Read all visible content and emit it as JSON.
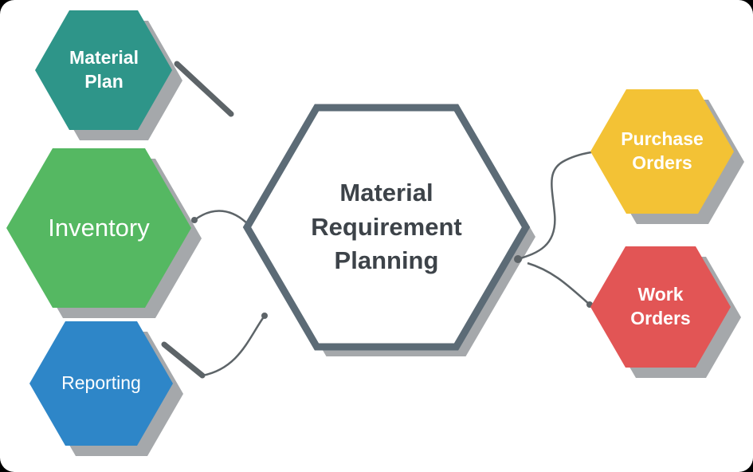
{
  "canvas": {
    "background": "#000000",
    "surface": "#ffffff"
  },
  "diagram": {
    "center": {
      "label": "Material Requirement Planning",
      "fill": "#ffffff",
      "border_color": "#5c6b76",
      "text_color": "#3d4349"
    },
    "nodes": [
      {
        "id": "material-plan",
        "label": "Material Plan",
        "color": "#2e9589"
      },
      {
        "id": "inventory",
        "label": "Inventory",
        "color": "#55b862"
      },
      {
        "id": "reporting",
        "label": "Reporting",
        "color": "#2e86c8"
      },
      {
        "id": "purchase-orders",
        "label": "Purchase Orders",
        "color": "#f3c235"
      },
      {
        "id": "work-orders",
        "label": "Work Orders",
        "color": "#e25555"
      }
    ],
    "label_text_color": "#ffffff",
    "connector_color": "#5d6468",
    "connector_dot": "dot-icon",
    "shadow_color": "#95999c"
  }
}
